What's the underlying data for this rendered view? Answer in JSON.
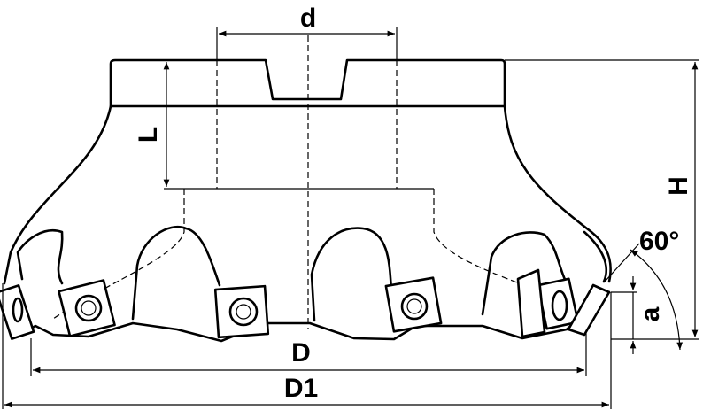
{
  "labels": {
    "d": "d",
    "L": "L",
    "H": "H",
    "angle": "60°",
    "a": "a",
    "D": "D",
    "D1": "D1"
  }
}
